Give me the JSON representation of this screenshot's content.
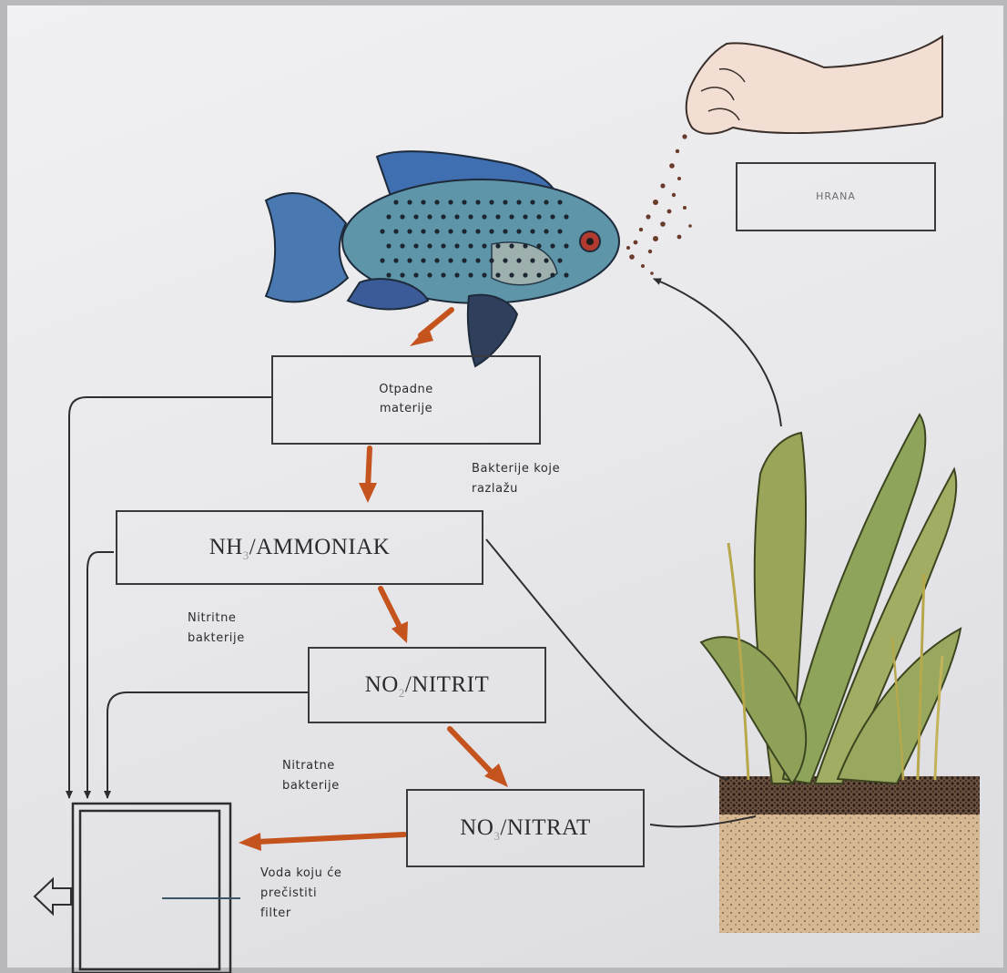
{
  "boxes": {
    "hrana": "HRANA",
    "otpadne": [
      "Otpadne",
      "materije"
    ],
    "ammoniak": {
      "prefix": "NH",
      "sub": "3",
      "suffix": "/AMMONIAK"
    },
    "nitrit": {
      "prefix": "NO",
      "sub": "2",
      "suffix": "/NITRIT"
    },
    "nitrat": {
      "prefix": "NO",
      "sub": "3",
      "suffix": "/NITRAT"
    }
  },
  "labels": {
    "bakterije_razlazu": [
      "Bakterije koje",
      "razlažu"
    ],
    "nitritne": [
      "Nitritne",
      "bakterije"
    ],
    "nitratne": [
      "Nitratne",
      "bakterije"
    ],
    "voda": [
      "Voda koju će",
      "prečistiti",
      "filter"
    ]
  },
  "colors": {
    "process_arrow": "#c4531e",
    "line": "#3a3a3c",
    "fish_body": "#5b8fa6",
    "plant_leaf": "#93a552",
    "soil": "#d3b58f"
  }
}
